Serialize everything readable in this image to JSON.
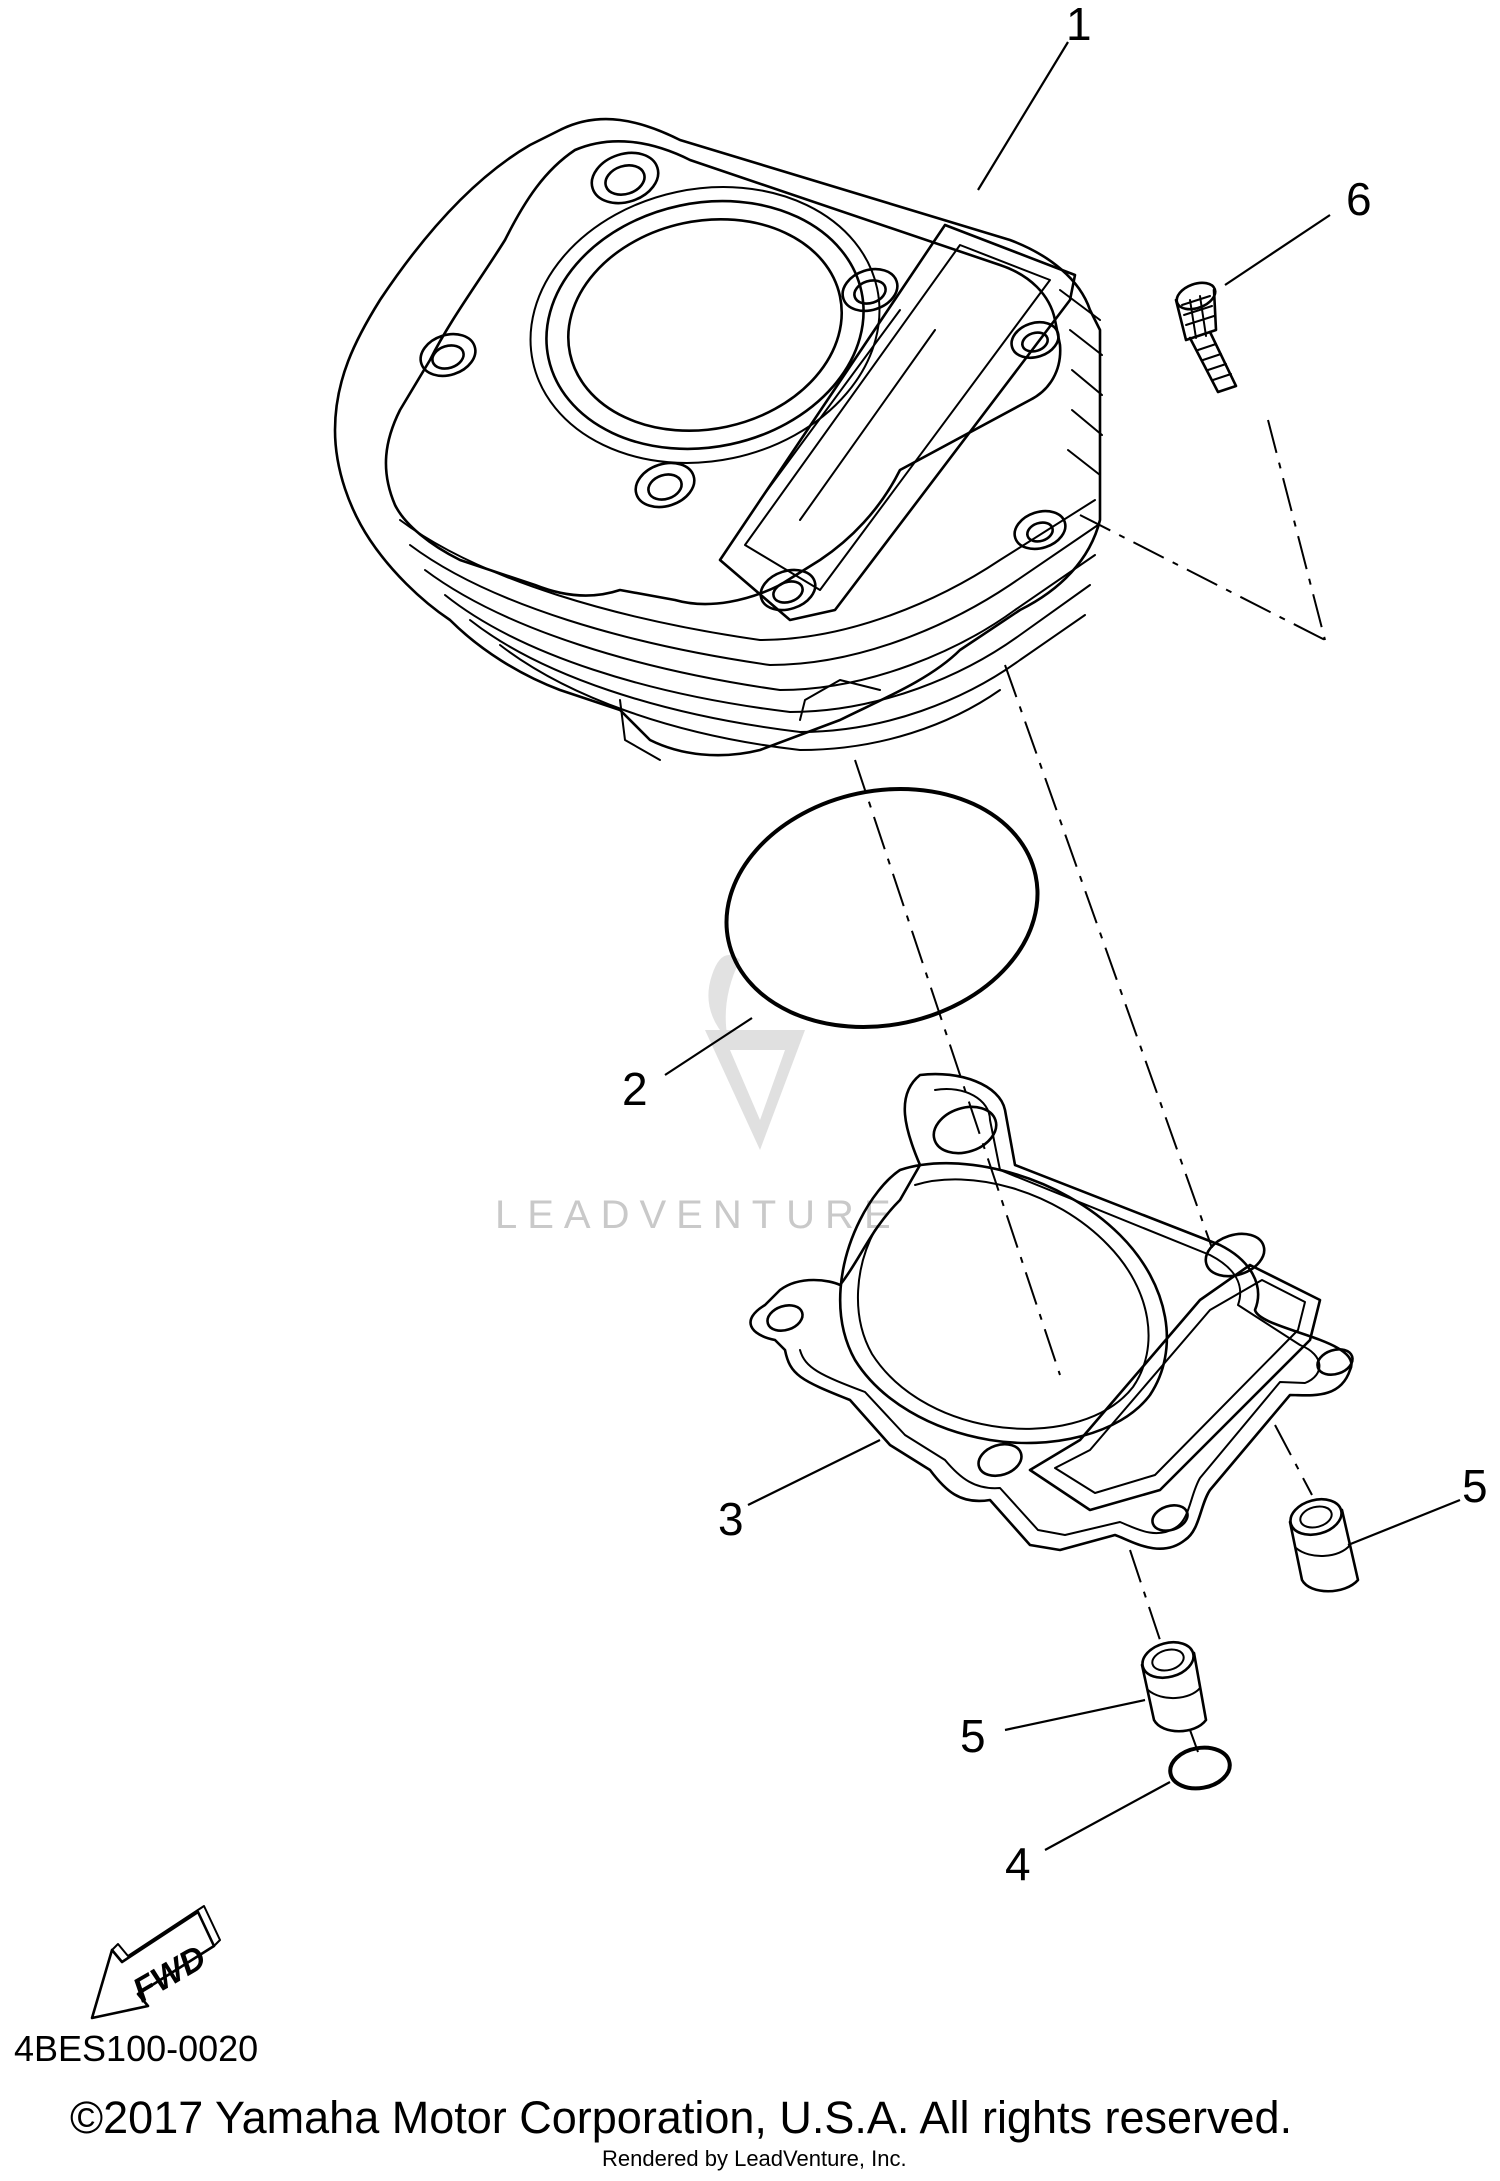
{
  "diagram": {
    "callouts": {
      "c1": "1",
      "c2": "2",
      "c3": "3",
      "c4": "4",
      "c5a": "5",
      "c5b": "5",
      "c6": "6"
    },
    "fwd_label": "FWD",
    "watermark_text": "LEADVENTURE",
    "diagram_code": "4BES100-0020",
    "copyright": "©2017 Yamaha Motor Corporation, U.S.A. All rights reserved.",
    "rendered_by": "Rendered by LeadVenture, Inc."
  }
}
